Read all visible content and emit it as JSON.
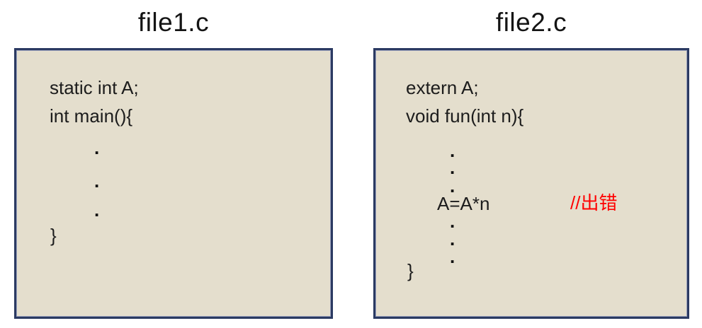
{
  "left_panel": {
    "title": "file1.c",
    "code_line_1": "static int A;",
    "code_line_2": "int main(){",
    "dots": [
      ".",
      ".",
      "."
    ],
    "closing_brace": "}"
  },
  "right_panel": {
    "title": "file2.c",
    "code_line_1": "extern A;",
    "code_line_2": "void fun(int n){",
    "dots_above": [
      ".",
      ".",
      "."
    ],
    "assignment_line": "A=A*n",
    "error_comment": "//出错",
    "dots_below": [
      ".",
      ".",
      "."
    ],
    "closing_brace": "}"
  },
  "colors": {
    "page_background": "#ffffff",
    "box_background": "#e4decd",
    "box_border": "#2b3a62",
    "code_text": "#1c1c1c",
    "error_text": "#ff0000"
  }
}
